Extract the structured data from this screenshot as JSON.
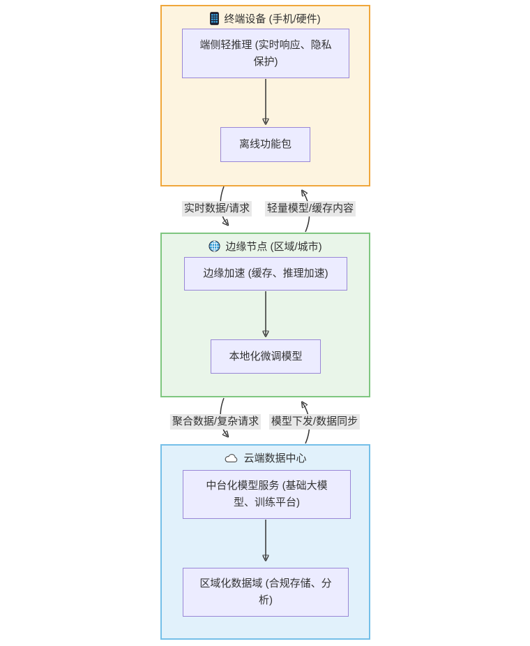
{
  "diagram": {
    "type": "flowchart",
    "direction": "top-down",
    "clusters": [
      {
        "id": "device",
        "title": "终端设备 (手机/硬件)",
        "icon": "phone-icon",
        "nodes": [
          {
            "label": "端侧轻推理 (实时响应、隐私保护)"
          },
          {
            "label": "离线功能包"
          }
        ],
        "internal_edges": [
          {
            "from": "端侧轻推理 (实时响应、隐私保护)",
            "to": "离线功能包"
          }
        ]
      },
      {
        "id": "edge-node",
        "title": "边缘节点 (区域/城市)",
        "icon": "globe-icon",
        "nodes": [
          {
            "label": "边缘加速 (缓存、推理加速)"
          },
          {
            "label": "本地化微调模型"
          }
        ],
        "internal_edges": [
          {
            "from": "边缘加速 (缓存、推理加速)",
            "to": "本地化微调模型"
          }
        ]
      },
      {
        "id": "cloud",
        "title": "云端数据中心",
        "icon": "cloud-icon",
        "nodes": [
          {
            "label": "中台化模型服务 (基础大模型、训练平台)"
          },
          {
            "label": "区域化数据域 (合规存储、分析)"
          }
        ],
        "internal_edges": [
          {
            "from": "中台化模型服务 (基础大模型、训练平台)",
            "to": "区域化数据域 (合规存储、分析)"
          }
        ]
      }
    ],
    "edges": [
      {
        "label": "实时数据/请求",
        "from": "终端设备 (手机/硬件)",
        "to": "边缘节点 (区域/城市)",
        "direction": "down"
      },
      {
        "label": "轻量模型/缓存内容",
        "from": "边缘节点 (区域/城市)",
        "to": "终端设备 (手机/硬件)",
        "direction": "up"
      },
      {
        "label": "聚合数据/复杂请求",
        "from": "边缘节点 (区域/城市)",
        "to": "云端数据中心",
        "direction": "down"
      },
      {
        "label": "模型下发/数据同步",
        "from": "云端数据中心",
        "to": "边缘节点 (区域/城市)",
        "direction": "up"
      }
    ],
    "colors": {
      "device_fill": "#fdf4e0",
      "device_border": "#f0a63a",
      "edge_fill": "#e9f5e9",
      "edge_border": "#7ec67f",
      "cloud_fill": "#e1f1fb",
      "cloud_border": "#74bfe8",
      "node_fill": "#ececff",
      "node_border": "#9886d6",
      "text": "#333333",
      "edge_label_bg": "#e8e8e8",
      "arrow": "#333333",
      "icon_blue": "#3aa0d8"
    }
  }
}
